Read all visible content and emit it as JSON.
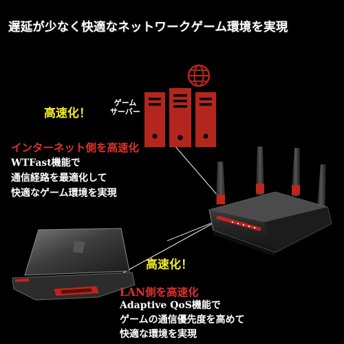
{
  "headline": "遅延が少なく快適なネットワークゲーム環境を実現",
  "server": {
    "accel_label": "高速化！",
    "label_line1": "ゲーム",
    "label_line2": "サーバー"
  },
  "internet_section": {
    "title": "インターネット側を高速化",
    "lines": [
      "WTFast機能で",
      "通信経路を最適化して",
      "快適なゲーム環境を実現"
    ]
  },
  "lan_section": {
    "accel_label": "高速化！",
    "title": "LAN側を高速化",
    "lines": [
      "Adaptive QoS機能で",
      "ゲームの通信優先度を高めて",
      "快適な環境を実現"
    ]
  },
  "colors": {
    "accent_yellow": "#f4ee2a",
    "accent_red": "#e0322b",
    "server_red": "#b3261e",
    "background": "#000000"
  },
  "icons": [
    "globe-icon",
    "server-icon",
    "router-icon",
    "laptop-icon"
  ]
}
